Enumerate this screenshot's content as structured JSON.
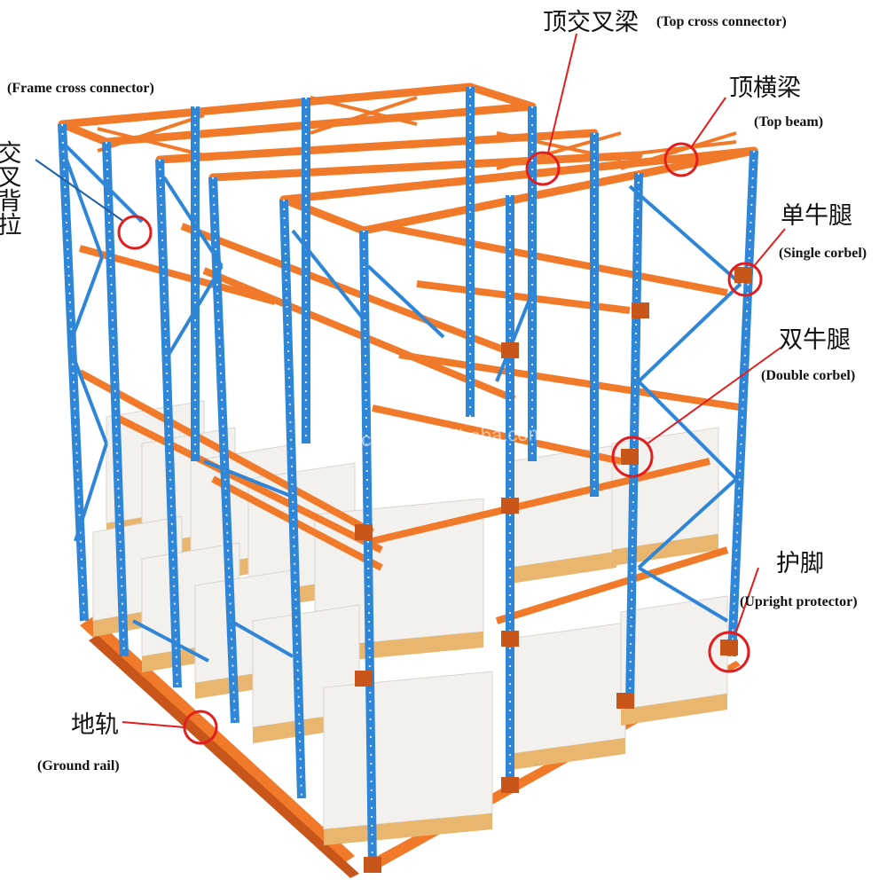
{
  "colors": {
    "upright": "#2f86d6",
    "upright_dark": "#1f62a8",
    "beam": "#f07a2a",
    "beam_dark": "#c8561a",
    "callout": "#e31d1d",
    "pallet_box": "#f3f1ee",
    "pallet_wood": "#e9b66f"
  },
  "watermark": "suliracking.en.alibaba.com",
  "labels": {
    "top_cross_connector": {
      "zh": "顶交叉梁",
      "en": "(Top cross connector)"
    },
    "top_beam": {
      "zh": "顶横梁",
      "en": "(Top beam)"
    },
    "frame_cross_connector": {
      "zh": "交叉背拉",
      "en": "(Frame cross connector)"
    },
    "single_corbel": {
      "zh": "单牛腿",
      "en": "(Single corbel)"
    },
    "double_corbel": {
      "zh": "双牛腿",
      "en": "(Double corbel)"
    },
    "upright_protector": {
      "zh": "护脚",
      "en": "(Upright protector)"
    },
    "ground_rail": {
      "zh": "地轨",
      "en": "(Ground rail)"
    }
  }
}
